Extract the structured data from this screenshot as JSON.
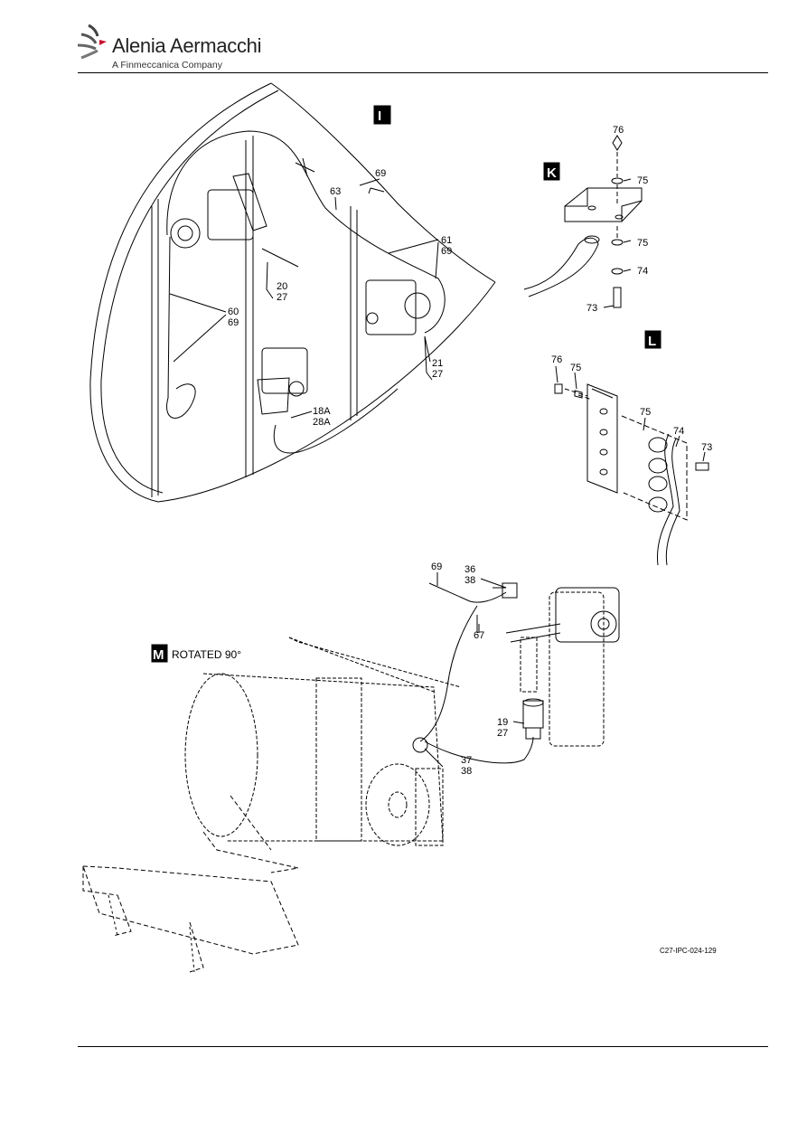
{
  "header": {
    "logo_name": "Alenia Aermacchi",
    "logo_subtitle": "A Finmeccanica Company",
    "logo_icon": "swoosh-logo"
  },
  "views": {
    "i": {
      "letter": "I"
    },
    "k": {
      "letter": "K"
    },
    "l": {
      "letter": "L"
    },
    "m": {
      "letter": "M",
      "note": "ROTATED 90°"
    }
  },
  "callouts": {
    "i_69": "69",
    "i_63": "63",
    "i_61_69": [
      "61",
      "69"
    ],
    "i_20_27": [
      "20",
      "27"
    ],
    "i_60_69": [
      "60",
      "69"
    ],
    "i_21_27": [
      "21",
      "27"
    ],
    "i_18a_28a": [
      "18A",
      "28A"
    ],
    "k_76": "76",
    "k_75a": "75",
    "k_75b": "75",
    "k_74": "74",
    "k_73": "73",
    "l_76": "76",
    "l_75a": "75",
    "l_75b": "75",
    "l_74": "74",
    "l_73": "73",
    "m_69": "69",
    "m_36_38": [
      "36",
      "38"
    ],
    "m_67": "67",
    "m_19_27": [
      "19",
      "27"
    ],
    "m_37_38": [
      "37",
      "38"
    ]
  },
  "figure_code": "C27-IPC-024-129"
}
